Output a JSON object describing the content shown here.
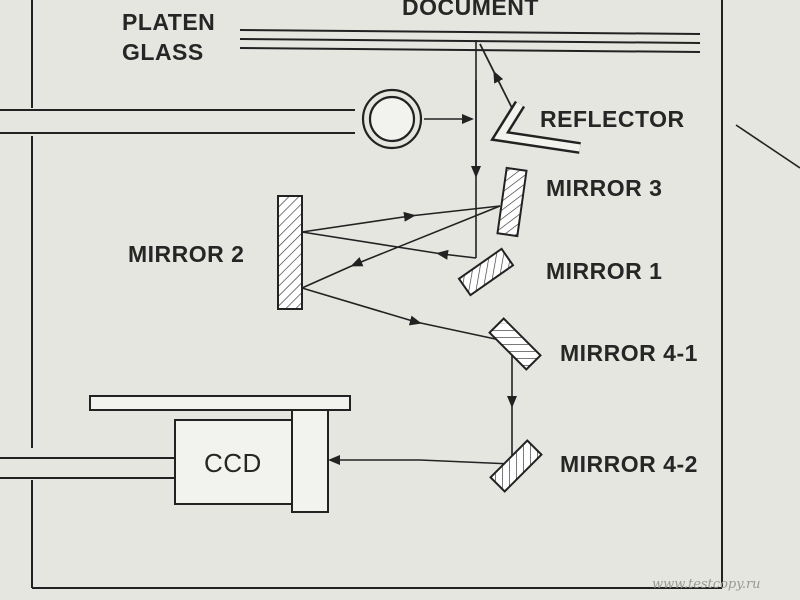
{
  "labels": {
    "document": "DOCUMENT",
    "platen_line1": "PLATEN",
    "platen_line2": "GLASS",
    "reflector": "REFLECTOR",
    "mirror3": "MIRROR 3",
    "mirror2": "MIRROR 2",
    "mirror1": "MIRROR 1",
    "mirror4_1": "MIRROR 4-1",
    "mirror4_2": "MIRROR 4-2",
    "ccd": "CCD"
  },
  "watermark": "www.testcopy.ru",
  "colors": {
    "background": "#e6e6e0",
    "ink": "#222222"
  }
}
